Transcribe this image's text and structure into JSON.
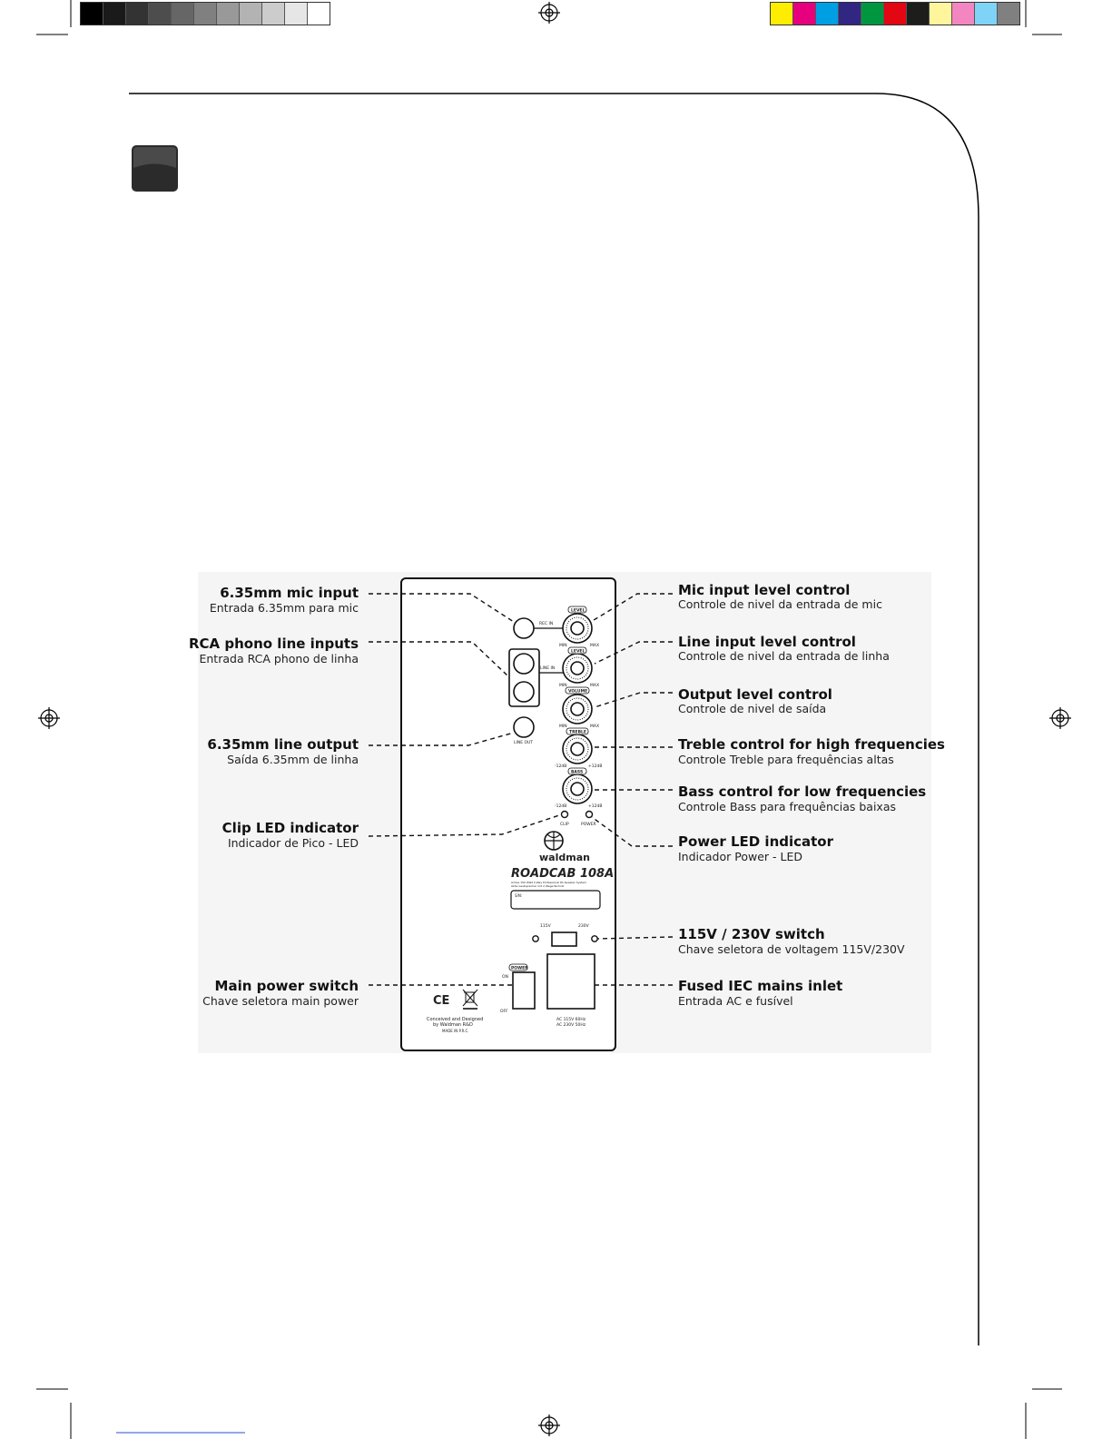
{
  "color_bar": {
    "gray_swatches": [
      "#000000",
      "#1a1a1a",
      "#333333",
      "#4d4d4d",
      "#666666",
      "#808080",
      "#999999",
      "#b3b3b3",
      "#cccccc",
      "#e6e6e6",
      "#ffffff"
    ],
    "color_swatches": [
      "#ffed00",
      "#e6007e",
      "#009fe3",
      "#312783",
      "#009640",
      "#e30613",
      "#1d1d1b",
      "#fff59d",
      "#f386c0",
      "#7fd3f7",
      "#808080"
    ]
  },
  "callouts_left": [
    {
      "title": "6.35mm mic input",
      "subtitle": "Entrada 6.35mm para mic"
    },
    {
      "title": "RCA phono line inputs",
      "subtitle": "Entrada RCA phono de linha"
    },
    {
      "title": "6.35mm line output",
      "subtitle": "Saída 6.35mm de linha"
    },
    {
      "title": "Clip LED indicator",
      "subtitle": "Indicador de Pico - LED"
    },
    {
      "title": "Main power switch",
      "subtitle": "Chave seletora main power"
    }
  ],
  "callouts_right": [
    {
      "title": "Mic input level control",
      "subtitle": "Controle de nivel da entrada de mic"
    },
    {
      "title": "Line input level control",
      "subtitle": "Controle de nivel da entrada de linha"
    },
    {
      "title": "Output level control",
      "subtitle": "Controle de nivel de saída"
    },
    {
      "title": "Treble control for high frequencies",
      "subtitle": "Controle Treble para frequências altas"
    },
    {
      "title": "Bass control for low frequencies",
      "subtitle": "Controle Bass para frequências baixas"
    },
    {
      "title": "Power LED indicator",
      "subtitle": "Indicador Power - LED"
    },
    {
      "title": "115V / 230V switch",
      "subtitle": "Chave seletora de voltagem 115V/230V"
    },
    {
      "title": "Fused IEC mains inlet",
      "subtitle": "Entrada AC e fusível"
    }
  ],
  "panel": {
    "rec_in": "REC IN",
    "line_in": "LINE IN",
    "line_out": "LINE OUT",
    "level": "LEVEL",
    "volume": "VOLUME",
    "treble": "TREBLE",
    "bass": "BASS",
    "min": "MIN",
    "max": "MAX",
    "minus12": "-12dB",
    "plus12": "+12dB",
    "clip": "CLIP",
    "power": "POWER",
    "brand": "waldman",
    "model": "ROADCAB 108A",
    "model_sub1": "Active 150 Watt 2-Way Professional PA Speaker System",
    "model_sub2": "Aktiv-Lautsprecher mit 2 Wege-Technik",
    "serial": "S/N:",
    "v115": "115V",
    "v230": "230V",
    "on": "ON",
    "off": "OFF",
    "ce": "CE",
    "conceived1": "Conceived and Designed",
    "conceived2": "by Waldman R&D",
    "made_in": "MADE IN P.R.C.",
    "ac1": "AC 115V 60Hz",
    "ac2": "AC 230V 50Hz"
  }
}
